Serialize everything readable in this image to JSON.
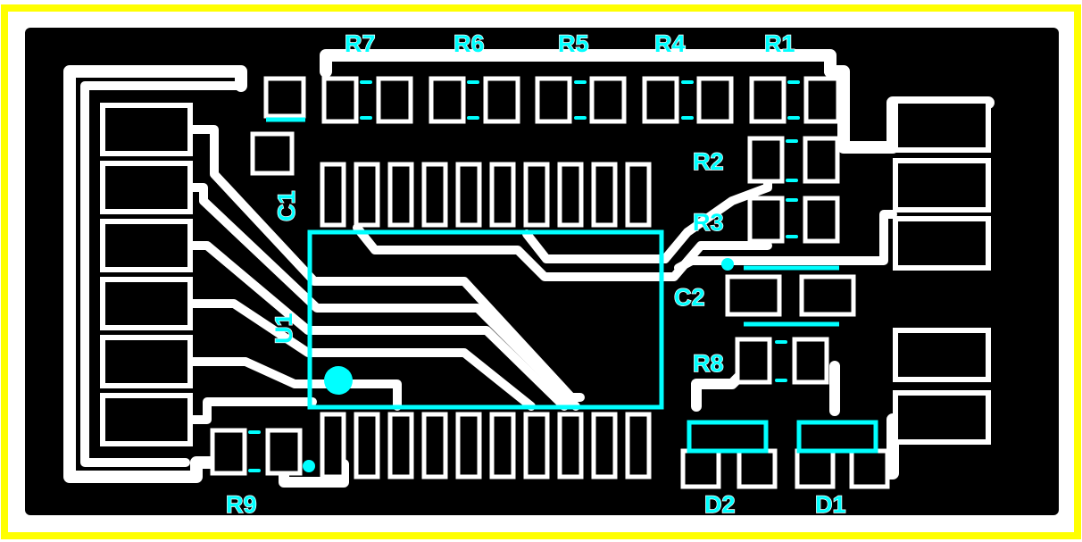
{
  "board": {
    "outline_color": "#ffff00",
    "substrate_color": "#000000",
    "copper_color": "#ffffff",
    "silkscreen_color": "#00ffff"
  },
  "labels": {
    "R7": "R7",
    "R6": "R6",
    "R5": "R5",
    "R4": "R4",
    "R1": "R1",
    "R2": "R2",
    "R3": "R3",
    "C1": "C1",
    "C2": "C2",
    "U1": "U1",
    "R8": "R8",
    "R9": "R9",
    "D1": "D1",
    "D2": "D2"
  }
}
